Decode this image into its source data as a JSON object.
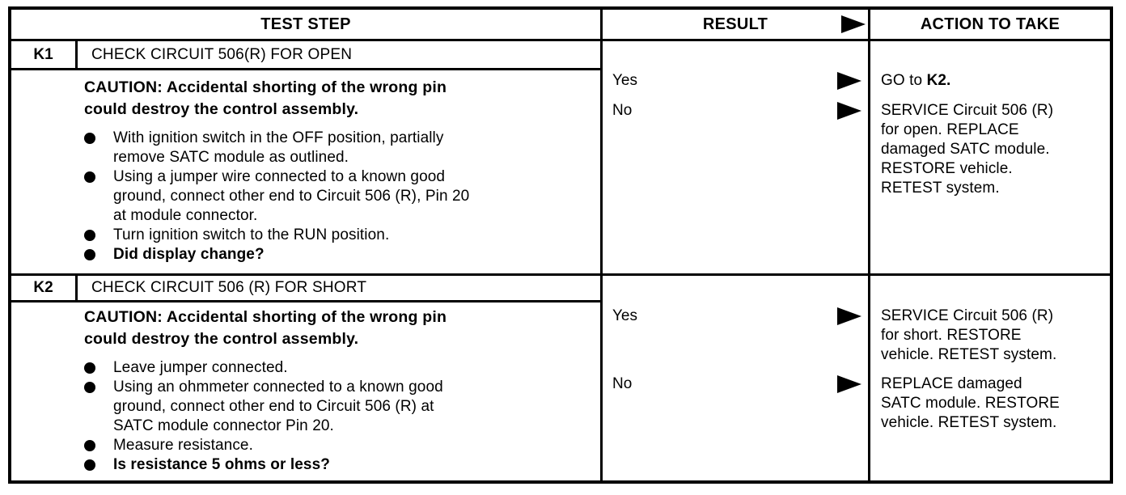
{
  "colors": {
    "ink": "#000000",
    "paper": "#ffffff"
  },
  "header": {
    "test_step": "TEST STEP",
    "result": "RESULT",
    "action": "ACTION TO TAKE",
    "arrow_icon": "right-triangle"
  },
  "steps": [
    {
      "id": "K1",
      "title": "CHECK CIRCUIT 506(R) FOR OPEN",
      "caution": "CAUTION: Accidental shorting of the wrong pin\ncould destroy the control assembly.",
      "bullets": [
        "With ignition switch in the OFF position, partially\nremove SATC module as outlined.",
        "Using a jumper wire connected to a known good\nground, connect other end to Circuit 506 (R), Pin 20\nat module connector.",
        "Turn ignition switch to the RUN position.",
        "Did display change?"
      ],
      "results": [
        "Yes",
        "No"
      ],
      "actions": [
        {
          "text": "GO to ",
          "bold_text": "K2."
        },
        {
          "text": "SERVICE Circuit 506 (R)\nfor open. REPLACE\ndamaged SATC module.\nRESTORE vehicle.\nRETEST system.",
          "bold_text": ""
        }
      ]
    },
    {
      "id": "K2",
      "title": "CHECK CIRCUIT 506 (R) FOR SHORT",
      "caution": "CAUTION: Accidental shorting of the wrong pin\ncould destroy the control assembly.",
      "bullets": [
        "Leave jumper connected.",
        "Using an ohmmeter connected to a known good\nground, connect other end to Circuit 506 (R) at\nSATC module connector Pin 20.",
        "Measure resistance.",
        "Is resistance 5 ohms or less?"
      ],
      "results": [
        "Yes",
        "No"
      ],
      "actions": [
        {
          "text": "SERVICE Circuit 506 (R)\nfor short. RESTORE\nvehicle. RETEST system.",
          "bold_text": ""
        },
        {
          "text": "REPLACE damaged\nSATC module. RESTORE\nvehicle. RETEST system.",
          "bold_text": ""
        }
      ]
    }
  ]
}
